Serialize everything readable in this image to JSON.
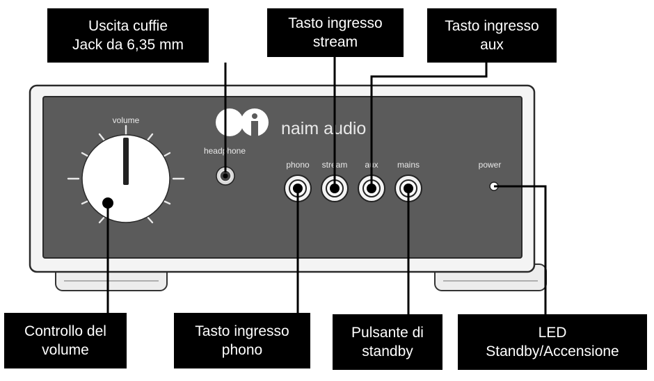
{
  "callouts": {
    "headphone_out": {
      "line1": "Uscita cuffie",
      "line2": "Jack da 6,35 mm"
    },
    "stream_button": {
      "line1": "Tasto ingresso",
      "line2": "stream"
    },
    "aux_button": {
      "line1": "Tasto ingresso",
      "line2": "aux"
    },
    "volume_control": {
      "line1": "Controllo del",
      "line2": "volume"
    },
    "phono_button": {
      "line1": "Tasto ingresso",
      "line2": "phono"
    },
    "standby_button": {
      "line1": "Pulsante di",
      "line2": "standby"
    },
    "power_led": {
      "line1": "LED",
      "line2": "Standby/Accensione"
    }
  },
  "panel": {
    "volume_label": "volume",
    "headphone_label": "headphone",
    "brand_text": "naim audio",
    "phono_label": "phono",
    "stream_label": "stream",
    "aux_label": "aux",
    "mains_label": "mains",
    "power_label": "power"
  },
  "colors": {
    "panel_face": "#5b5b5b",
    "chassis": "#f4f4f4",
    "callout_bg": "#000000",
    "callout_text": "#ffffff",
    "panel_text": "#e9e9e9"
  }
}
